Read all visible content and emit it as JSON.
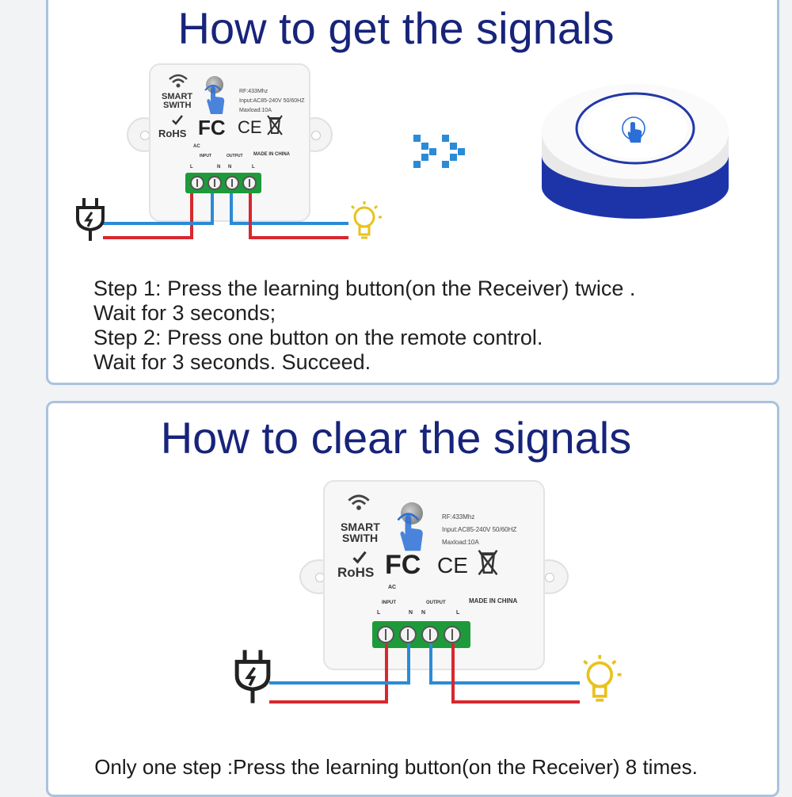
{
  "get_signals": {
    "title": "How to get the signals",
    "step1": "Step 1: Press the learning button(on the Receiver) twice .",
    "step1_wait": "Wait for 3 seconds;",
    "step2": "Step 2: Press one button on the remote control.",
    "step2_wait": "Wait for 3 seconds. Succeed."
  },
  "clear_signals": {
    "title": "How to clear the signals",
    "instruction": "Only one step :Press the learning button(on the Receiver) 8 times."
  },
  "device": {
    "brand_line1": "SMART",
    "brand_line2": "SWITH",
    "rf": "RF:433Mhz",
    "input": "Input:AC85-240V 50/60HZ",
    "maxload": "Maxload:10A",
    "rohs": "RoHS",
    "fc": "FC",
    "ce": "CE",
    "made_in": "MADE IN CHINA",
    "ac": "AC",
    "input_label": "INPUT",
    "output_label": "OUTPUT",
    "term_l": "L",
    "term_n": "N",
    "term_n2": "N",
    "term_l2": "L"
  },
  "icons": {
    "arrow": "chevrons-right-icon",
    "remote": "round-remote-button",
    "plug": "power-plug-icon",
    "bulb": "light-bulb-icon",
    "hand": "pointing-hand-icon"
  },
  "colors": {
    "heading": "#17247a",
    "panel_border": "#aac2de",
    "wire_red": "#d9272e",
    "wire_blue": "#2a8bd6",
    "terminal": "#1d9b3a",
    "arrow": "#2a8bd6",
    "remote_ring": "#2237a8"
  }
}
